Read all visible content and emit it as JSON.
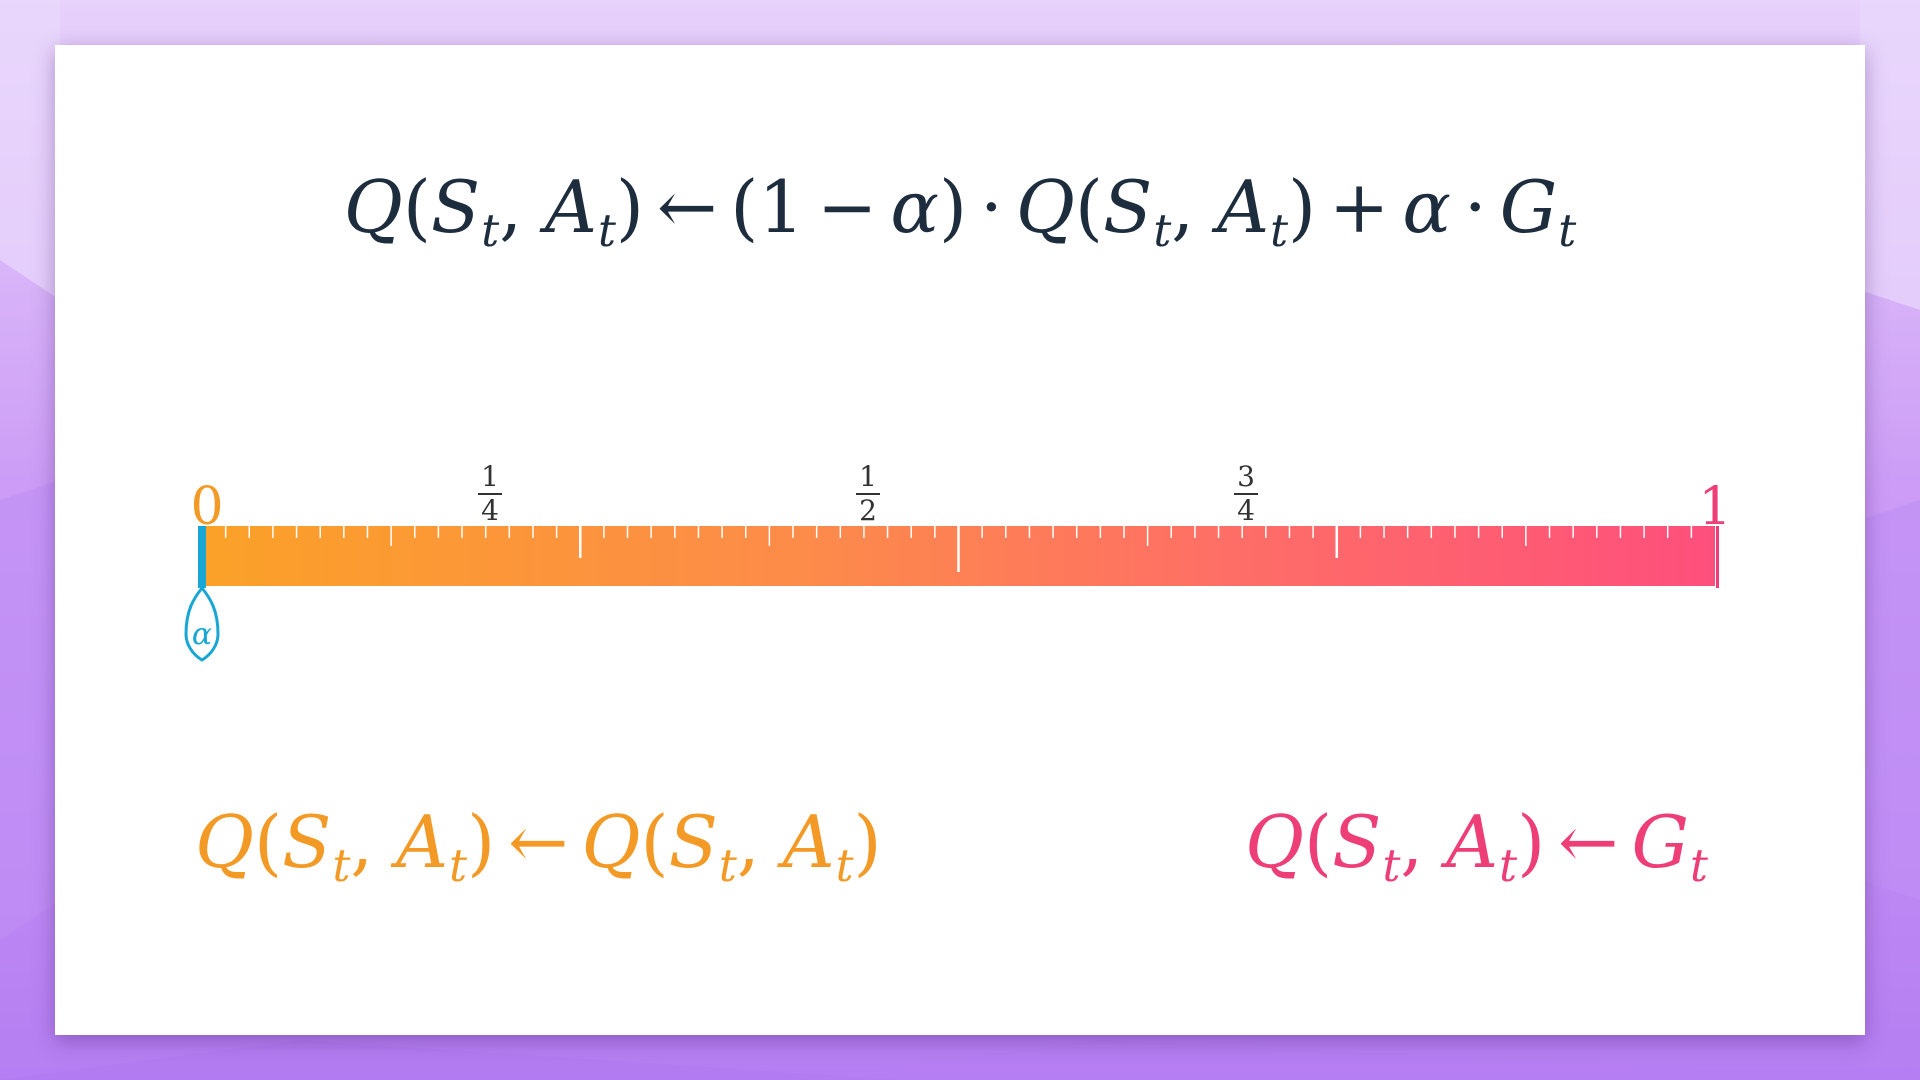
{
  "main_formula": {
    "lhs_Q": "Q",
    "lhs_S": "S",
    "lhs_sub1": "t",
    "lhs_A": "A",
    "lhs_sub2": "t",
    "arrow": "←",
    "one": "1",
    "minus": "−",
    "alpha1": "α",
    "dot1": "·",
    "rhs_Q": "Q",
    "rhs_S": "S",
    "rhs_sub1": "t",
    "rhs_A": "A",
    "rhs_sub2": "t",
    "plus": "+",
    "alpha2": "α",
    "dot2": "·",
    "G": "G",
    "G_sub": "t"
  },
  "left_formula": {
    "lhs_Q": "Q",
    "lhs_S": "S",
    "lhs_sub1": "t",
    "lhs_A": "A",
    "lhs_sub2": "t",
    "arrow": "←",
    "rhs_Q": "Q",
    "rhs_S": "S",
    "rhs_sub1": "t",
    "rhs_A": "A",
    "rhs_sub2": "t"
  },
  "right_formula": {
    "lhs_Q": "Q",
    "lhs_S": "S",
    "lhs_sub1": "t",
    "lhs_A": "A",
    "lhs_sub2": "t",
    "arrow": "←",
    "G": "G",
    "G_sub": "t"
  },
  "ruler": {
    "min_label": "0",
    "max_label": "1",
    "quarter": {
      "num": "1",
      "den": "4"
    },
    "half": {
      "num": "1",
      "den": "2"
    },
    "three_quarter": {
      "num": "3",
      "den": "4"
    },
    "minor_divisions": 64,
    "alpha_value": 0,
    "slider_symbol": "α"
  },
  "colors": {
    "left_orange": "#f29a25",
    "right_pink": "#ee3e77",
    "slider_blue": "#18a7d4",
    "text_dark": "#1e2d3d"
  }
}
